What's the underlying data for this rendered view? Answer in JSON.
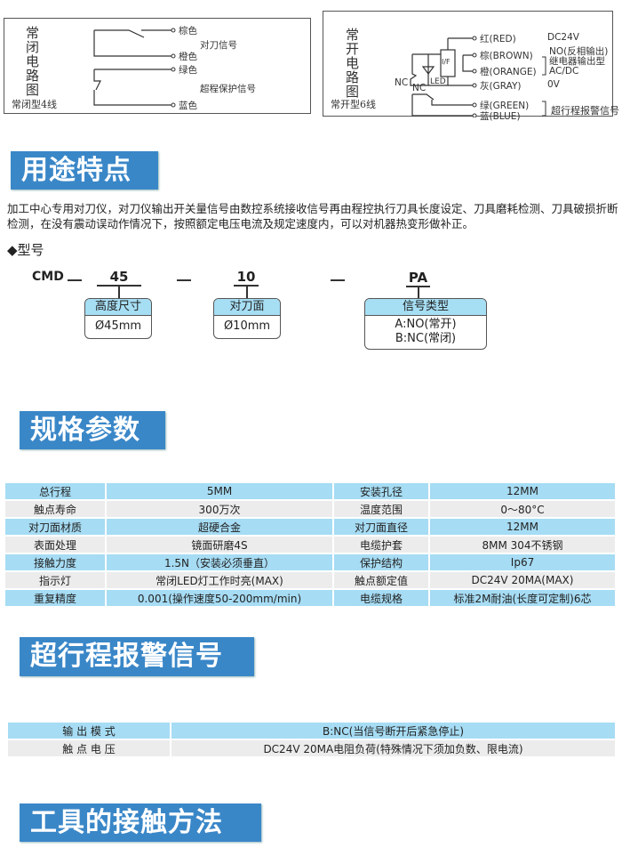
{
  "diagram_nc": {
    "title": "常闭电路图",
    "subtitle": "常闭型4线",
    "wires": [
      "棕色",
      "橙色",
      "绿色",
      "蓝色"
    ],
    "signals": [
      "对刀信号",
      "超程保护信号"
    ]
  },
  "diagram_no": {
    "title": "常开电路图",
    "subtitle": "常开型6线",
    "wires": [
      "红(RED)",
      "棕(BROWN)",
      "橙(ORANGE)",
      "灰(GRAY)",
      "绿(GREEN)",
      "蓝(BLUE)"
    ],
    "notes": [
      "DC24V",
      "NO(反相输出)",
      "继电器输出型",
      "AC/DC",
      "0V"
    ],
    "alarm": "超行程报警信号",
    "labels": {
      "nc1": "NC",
      "nc2": "NC",
      "led": "LED",
      "if": "I/F"
    }
  },
  "section1": {
    "title": "用途特点",
    "description": "加工中心专用对刀仪，对刀仪输出开关量信号由数控系统接收信号再由程控执行刀具长度设定、刀具磨耗检测、刀具破损折断检测，在没有震动误动作情况下，按照额定电压电流及规定速度内，可以对机器热变形做补正。"
  },
  "model": {
    "heading": "◆型号",
    "prefix": "CMD",
    "parts": [
      {
        "code": "45",
        "label": "高度尺寸",
        "values": [
          "Ø45mm"
        ]
      },
      {
        "code": "10",
        "label": "对刀面",
        "values": [
          "Ø10mm"
        ]
      },
      {
        "code": "PA",
        "label": "信号类型",
        "values": [
          "A:NO(常开)",
          "B:NC(常闭)"
        ]
      }
    ]
  },
  "section2": {
    "title": "规格参数",
    "rows": [
      [
        "总行程",
        "5MM",
        "安装孔径",
        "12MM"
      ],
      [
        "触点寿命",
        "300万次",
        "温度范围",
        "0～80°C"
      ],
      [
        "对刀面材质",
        "超硬合金",
        "对刀面直径",
        "12MM"
      ],
      [
        "表面处理",
        "镜面研磨4S",
        "电缆护套",
        "8MM 304不锈钢"
      ],
      [
        "接触力度",
        "1.5N（安装必须垂直）",
        "保护结构",
        "Ip67"
      ],
      [
        "指示灯",
        "常闭LED灯工作时亮(MAX)",
        "触点额定值",
        "DC24V 20MA(MAX)"
      ],
      [
        "重复精度",
        "0.001(操作速度50-200mm/min)",
        "电缆规格",
        "标准2M耐油(长度可定制)6芯"
      ]
    ]
  },
  "section3": {
    "title": "超行程报警信号",
    "rows": [
      [
        "输 出 模 式",
        "B:NC(当信号断开后紧急停止)"
      ],
      [
        "触 点 电 压",
        "DC24V 20MA电阻负荷(特殊情况下须加负数、限电流)"
      ]
    ]
  },
  "section4": {
    "title": "工具的接触方法"
  }
}
